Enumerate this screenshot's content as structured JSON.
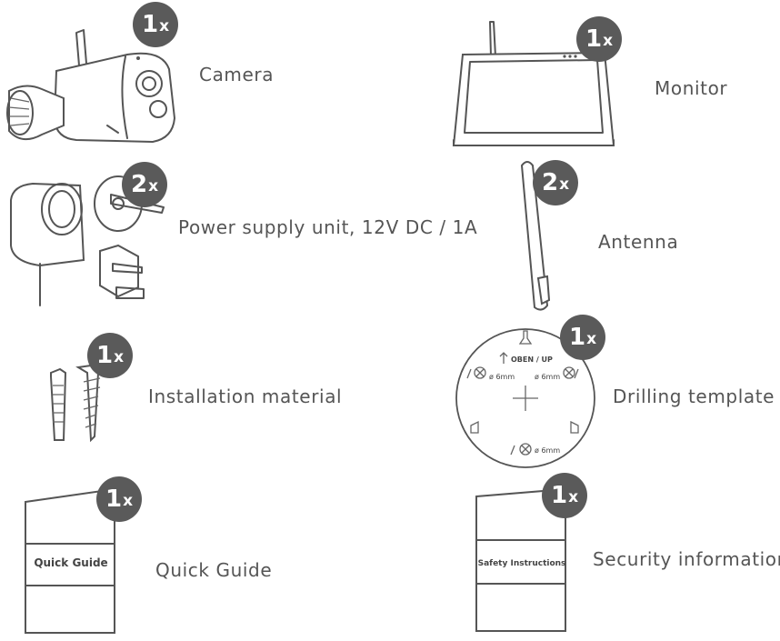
{
  "items": {
    "camera": {
      "label": "Camera",
      "qty_num": "1",
      "qty_x": "x"
    },
    "monitor": {
      "label": "Monitor",
      "qty_num": "1",
      "qty_x": "x"
    },
    "power": {
      "label": "Power supply unit, 12V DC / 1A",
      "qty_num": "2",
      "qty_x": "x"
    },
    "antenna": {
      "label": "Antenna",
      "qty_num": "2",
      "qty_x": "x"
    },
    "installation": {
      "label": "Installation material",
      "qty_num": "1",
      "qty_x": "x"
    },
    "template": {
      "label": "Drilling template",
      "qty_num": "1",
      "qty_x": "x",
      "up_text": "OBEN / UP",
      "hole_left": "ø 6mm",
      "hole_right": "ø 6mm",
      "hole_bottom": "ø 6mm"
    },
    "quick_guide": {
      "label": "Quick Guide",
      "booklet_title": "Quick Guide",
      "qty_num": "1",
      "qty_x": "x"
    },
    "security": {
      "label": "Security information",
      "booklet_title": "Safety Instructions",
      "qty_num": "1",
      "qty_x": "x"
    }
  },
  "colors": {
    "badge": "#5a5a5a",
    "line": "#555555",
    "text": "#555555"
  },
  "icons": [
    "camera-icon",
    "monitor-icon",
    "power-adapter-icon",
    "antenna-icon",
    "screw-anchor-icon",
    "drilling-template-icon",
    "booklet-icon"
  ]
}
